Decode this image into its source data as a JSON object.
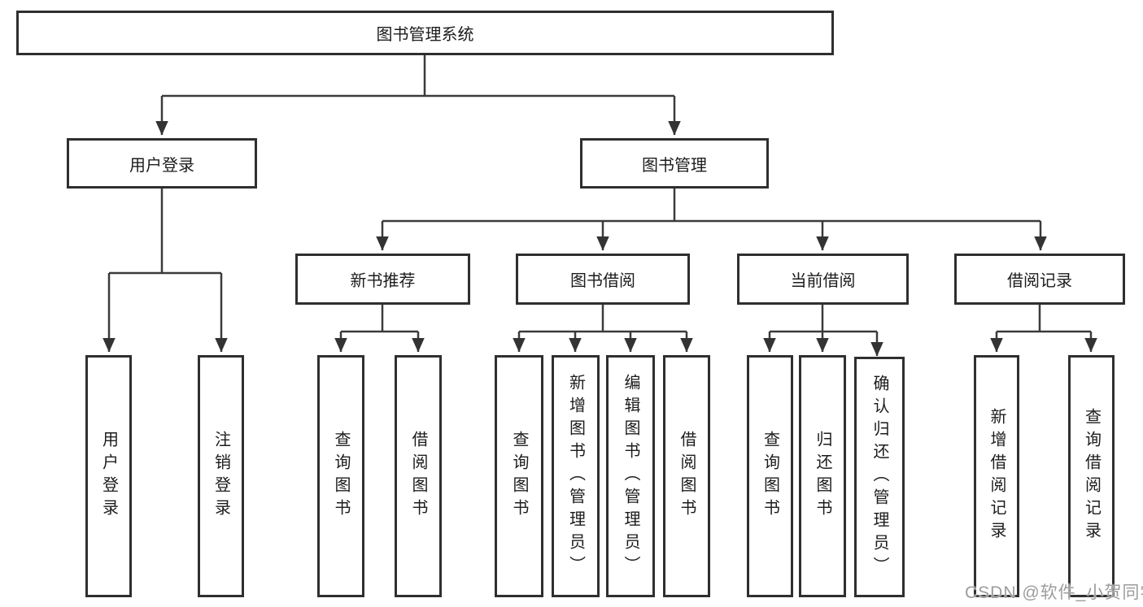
{
  "tree": {
    "root": "图书管理系统",
    "branches": [
      {
        "label": "用户登录",
        "children": [
          "用户登录",
          "注销登录"
        ]
      },
      {
        "label": "图书管理",
        "sub": [
          {
            "label": "新书推荐",
            "children": [
              "查询图书",
              "借阅图书"
            ]
          },
          {
            "label": "图书借阅",
            "children": [
              "查询图书",
              "新增图书（管理员）",
              "编辑图书（管理员）",
              "借阅图书"
            ]
          },
          {
            "label": "当前借阅",
            "children": [
              "查询图书",
              "归还图书",
              "确认归还（管理员）"
            ]
          },
          {
            "label": "借阅记录",
            "children": [
              "新增借阅记录",
              "查询借阅记录"
            ]
          }
        ]
      }
    ]
  },
  "watermark": {
    "text": "CSDN @软件_小贺同学"
  },
  "colors": {
    "line": "#3b3b3b",
    "box_border": "#2f2f2f",
    "text": "#1c1c1c",
    "watermark": "#949494",
    "background": "#ffffff"
  }
}
